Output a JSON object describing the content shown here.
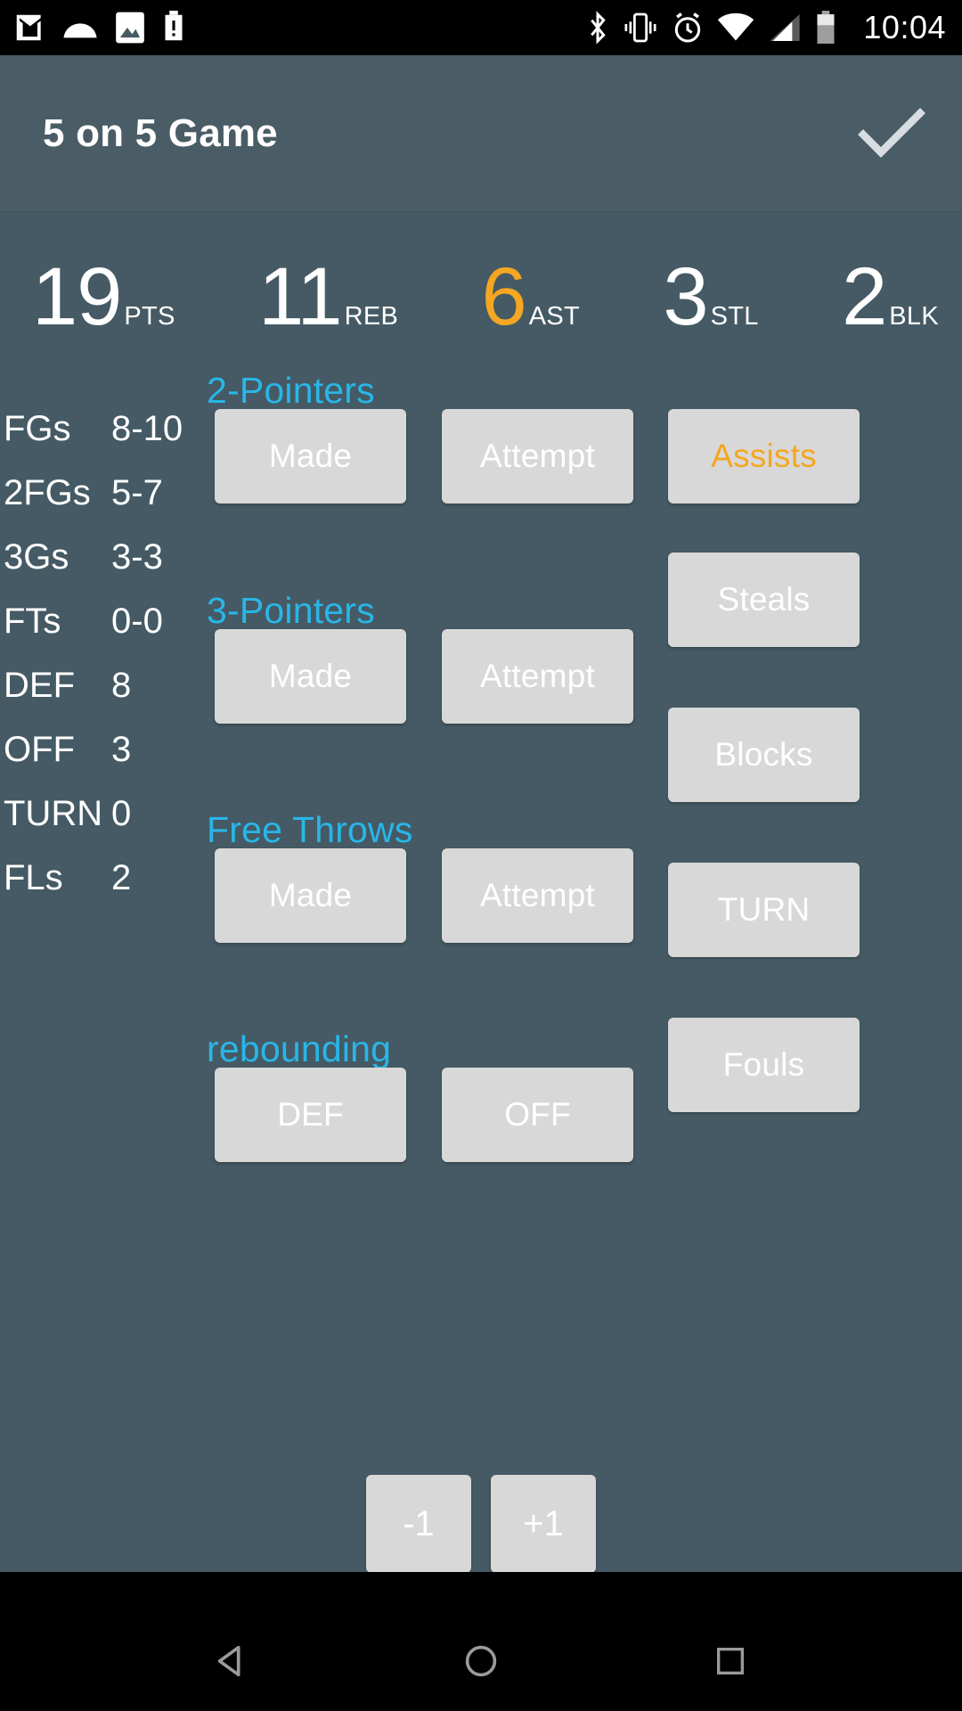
{
  "statusbar": {
    "time": "10:04",
    "left_icons": [
      "gmail-icon",
      "curve-icon",
      "photos-icon",
      "battery-alert-icon"
    ],
    "right_icons": [
      "bluetooth-icon",
      "vibrate-icon",
      "alarm-icon",
      "wifi-icon",
      "cellular-signal-icon",
      "battery-icon"
    ]
  },
  "titlebar": {
    "title": "5 on 5 Game",
    "confirm_icon": "check-icon"
  },
  "summary": [
    {
      "value": "19",
      "label": "PTS",
      "highlight": false
    },
    {
      "value": "11",
      "label": "REB",
      "highlight": false
    },
    {
      "value": "6",
      "label": "AST",
      "highlight": true
    },
    {
      "value": "3",
      "label": "STL",
      "highlight": false
    },
    {
      "value": "2",
      "label": "BLK",
      "highlight": false
    }
  ],
  "left_stats": [
    {
      "key": "FGs",
      "value": "8-10"
    },
    {
      "key": "2FGs",
      "value": "5-7"
    },
    {
      "key": "3Gs",
      "value": "3-3"
    },
    {
      "key": "FTs",
      "value": "0-0"
    },
    {
      "key": "DEF",
      "value": "8"
    },
    {
      "key": "OFF",
      "value": "3"
    },
    {
      "key": "TURN",
      "value": "0"
    },
    {
      "key": "FLs",
      "value": "2"
    }
  ],
  "sections": {
    "two_pointers": "2-Pointers",
    "three_pointers": "3-Pointers",
    "free_throws": "Free Throws",
    "rebounding": "rebounding"
  },
  "buttons": {
    "two_made": "Made",
    "two_attempt": "Attempt",
    "three_made": "Made",
    "three_attempt": "Attempt",
    "ft_made": "Made",
    "ft_attempt": "Attempt",
    "reb_def": "DEF",
    "reb_off": "OFF",
    "assists": "Assists",
    "steals": "Steals",
    "blocks": "Blocks",
    "turnovers": "TURN",
    "fouls": "Fouls"
  },
  "stepper": {
    "minus": "-1",
    "plus": "+1"
  },
  "navbar": {
    "back": "back-icon",
    "home": "home-icon",
    "recents": "recents-icon"
  },
  "colors": {
    "background": "#455A64",
    "titlebar": "#4A5D66",
    "accent_orange": "#F5A623",
    "section_blue": "#29B6E8",
    "button_grey": "#D8D8D8"
  }
}
